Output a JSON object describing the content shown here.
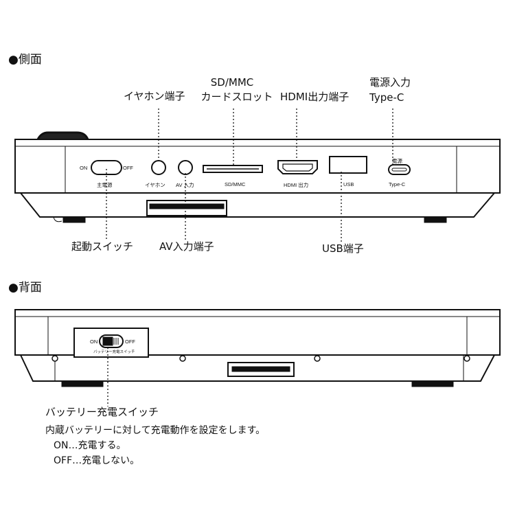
{
  "side": {
    "heading": "●側面",
    "callouts": {
      "earphone": "イヤホン端子",
      "sd_line1": "SD/MMC",
      "sd_line2": "カードスロット",
      "hdmi": "HDMI出力端子",
      "power_line1": "電源入力",
      "power_line2": "Type-C",
      "start_switch": "起動スイッチ",
      "av": "AV入力端子",
      "usb": "USB端子"
    },
    "panel": {
      "on": "ON",
      "off": "OFF",
      "main_power": "主電源",
      "earphone": "イヤホン",
      "av": "AV 入力",
      "sd": "SD/MMC",
      "hdmi": "HDMI 出力",
      "usb": "USB",
      "power": "電源",
      "typec": "Type-C"
    }
  },
  "back": {
    "heading": "●背面",
    "panel": {
      "on": "ON",
      "off": "OFF",
      "switch_label": "バッテリー充電スイッチ"
    },
    "callout_title": "バッテリー充電スイッチ",
    "description": "内蔵バッテリーに対して充電動作を設定をします。",
    "on_line": "ON…充電する。",
    "off_line": "OFF…充電しない。"
  }
}
